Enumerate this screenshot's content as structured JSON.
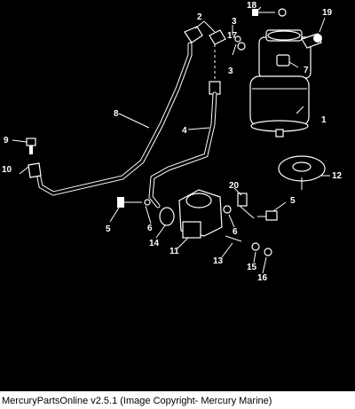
{
  "diagram": {
    "callouts": [
      {
        "id": "c18",
        "text": "18"
      },
      {
        "id": "c19",
        "text": "19"
      },
      {
        "id": "c2",
        "text": "2"
      },
      {
        "id": "c3a",
        "text": "3"
      },
      {
        "id": "c17",
        "text": "17"
      },
      {
        "id": "c3b",
        "text": "3"
      },
      {
        "id": "c7",
        "text": "7"
      },
      {
        "id": "c8",
        "text": "8"
      },
      {
        "id": "c1",
        "text": "1"
      },
      {
        "id": "c4",
        "text": "4"
      },
      {
        "id": "c9",
        "text": "9"
      },
      {
        "id": "c10",
        "text": "10"
      },
      {
        "id": "c12",
        "text": "12"
      },
      {
        "id": "c20",
        "text": "20"
      },
      {
        "id": "c5a",
        "text": "5"
      },
      {
        "id": "c5b",
        "text": "5"
      },
      {
        "id": "c6a",
        "text": "6"
      },
      {
        "id": "c6b",
        "text": "6"
      },
      {
        "id": "c14",
        "text": "14"
      },
      {
        "id": "c11",
        "text": "11"
      },
      {
        "id": "c13",
        "text": "13"
      },
      {
        "id": "c15",
        "text": "15"
      },
      {
        "id": "c16",
        "text": "16"
      }
    ]
  },
  "caption": "MercuryPartsOnline v2.5.1 (Image Copyright- Mercury Marine)",
  "colors": {
    "background": "#000000",
    "linework": "#ffffff",
    "caption_bg": "#ffffff"
  }
}
